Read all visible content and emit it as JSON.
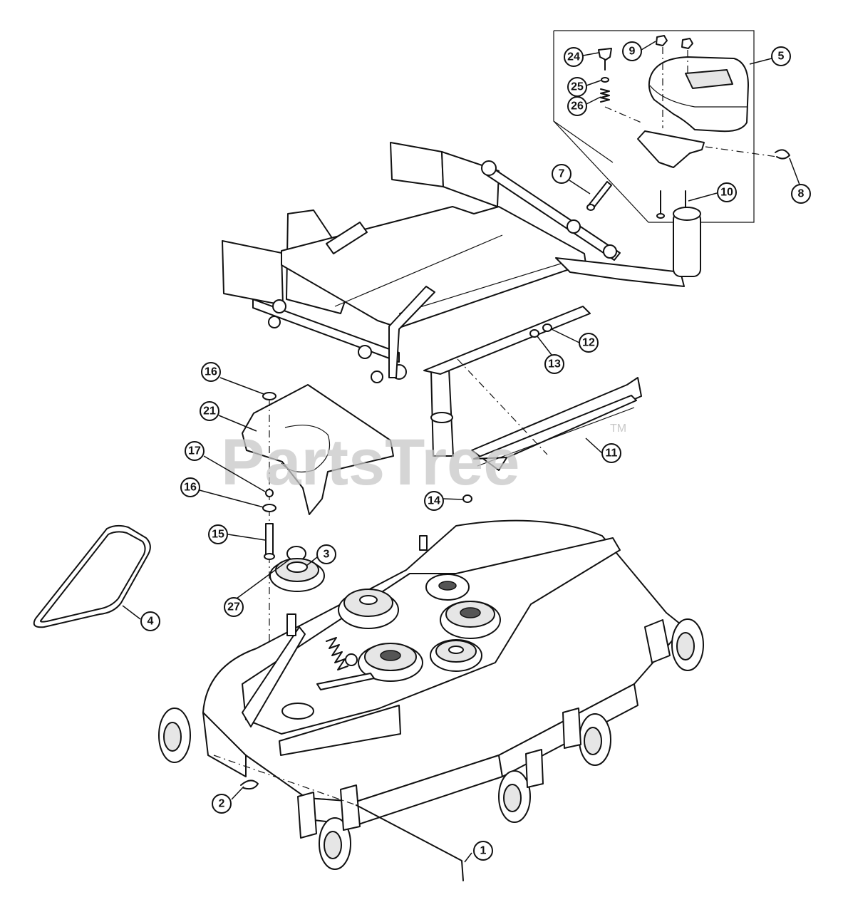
{
  "watermark": {
    "text": "PartsTree",
    "trademark": "TM"
  },
  "callouts": [
    "1",
    "2",
    "3",
    "4",
    "5",
    "7",
    "8",
    "9",
    "10",
    "11",
    "12",
    "13",
    "14",
    "15",
    "16",
    "16",
    "17",
    "21",
    "24",
    "25",
    "26",
    "27"
  ]
}
